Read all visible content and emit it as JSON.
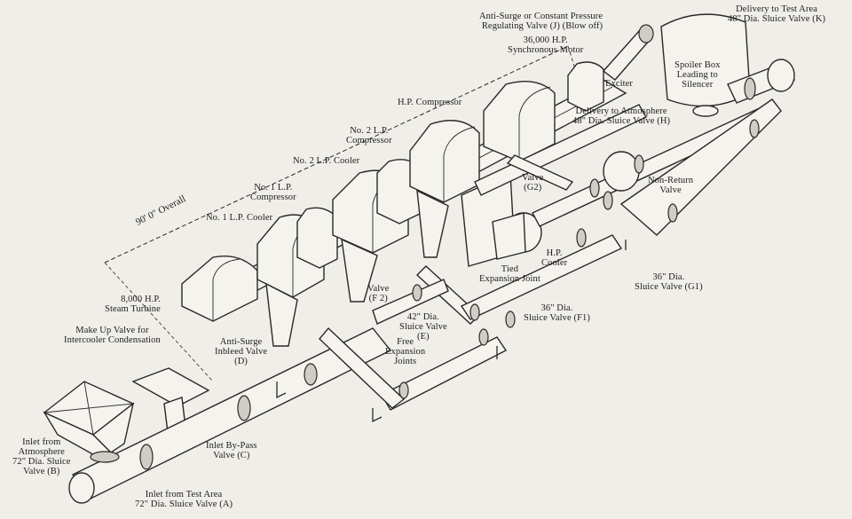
{
  "dimension": "90' 0\" Overall",
  "labels": {
    "blow_off_valve": [
      "Anti-Surge or Constant Pressure",
      "Regulating Valve (J) (Blow off)"
    ],
    "motor": [
      "36,000 H.P.",
      "Synchronous Motor"
    ],
    "exciter": "Exciter",
    "delivery_test": [
      "Delivery to Test Area",
      "48\" Dia. Sluice Valve (K)"
    ],
    "spoiler_box": [
      "Spoiler Box",
      "Leading to",
      "Silencer"
    ],
    "delivery_atmosphere": [
      "Delivery to Atmosphere",
      "48\" Dia. Sluice Valve (H)"
    ],
    "hp_compressor": "H.P. Compressor",
    "lp2_compressor": [
      "No. 2 L.P.",
      "Compressor"
    ],
    "lp2_cooler": "No. 2 L.P. Cooler",
    "lp1_compressor": [
      "No. 1 L.P.",
      "Compressor"
    ],
    "lp1_cooler": "No. 1 L.P. Cooler",
    "valve_g2": [
      "Valve",
      "(G2)"
    ],
    "non_return": [
      "Non-Return",
      "Valve"
    ],
    "hp_cooler": [
      "H.P.",
      "Cooler"
    ],
    "tied_joint": [
      "Tied",
      "Expansion Joint"
    ],
    "valve_g1": [
      "36\" Dia.",
      "Sluice Valve (G1)"
    ],
    "steam_turbine": [
      "8,000 H.P.",
      "Steam Turbine"
    ],
    "valve_f2": [
      "Valve",
      "(F 2)"
    ],
    "valve_e": [
      "42\" Dia.",
      "Sluice Valve",
      "(E)"
    ],
    "valve_f1": [
      "36\" Dia.",
      "Sluice Valve (F1)"
    ],
    "makeup_valve": [
      "Make Up Valve for",
      "Intercooler Condensation"
    ],
    "anti_surge_d": [
      "Anti-Surge",
      "Inbleed Valve",
      "(D)"
    ],
    "free_joints": [
      "Free",
      "Expansion",
      "Joints"
    ],
    "inlet_atmosphere": [
      "Inlet from",
      "Atmosphere",
      "72\" Dia. Sluice",
      "Valve (B)"
    ],
    "bypass_c": [
      "Inlet By-Pass",
      "Valve (C)"
    ],
    "inlet_test": [
      "Inlet from Test Area",
      "72\" Dia. Sluice Valve (A)"
    ]
  }
}
